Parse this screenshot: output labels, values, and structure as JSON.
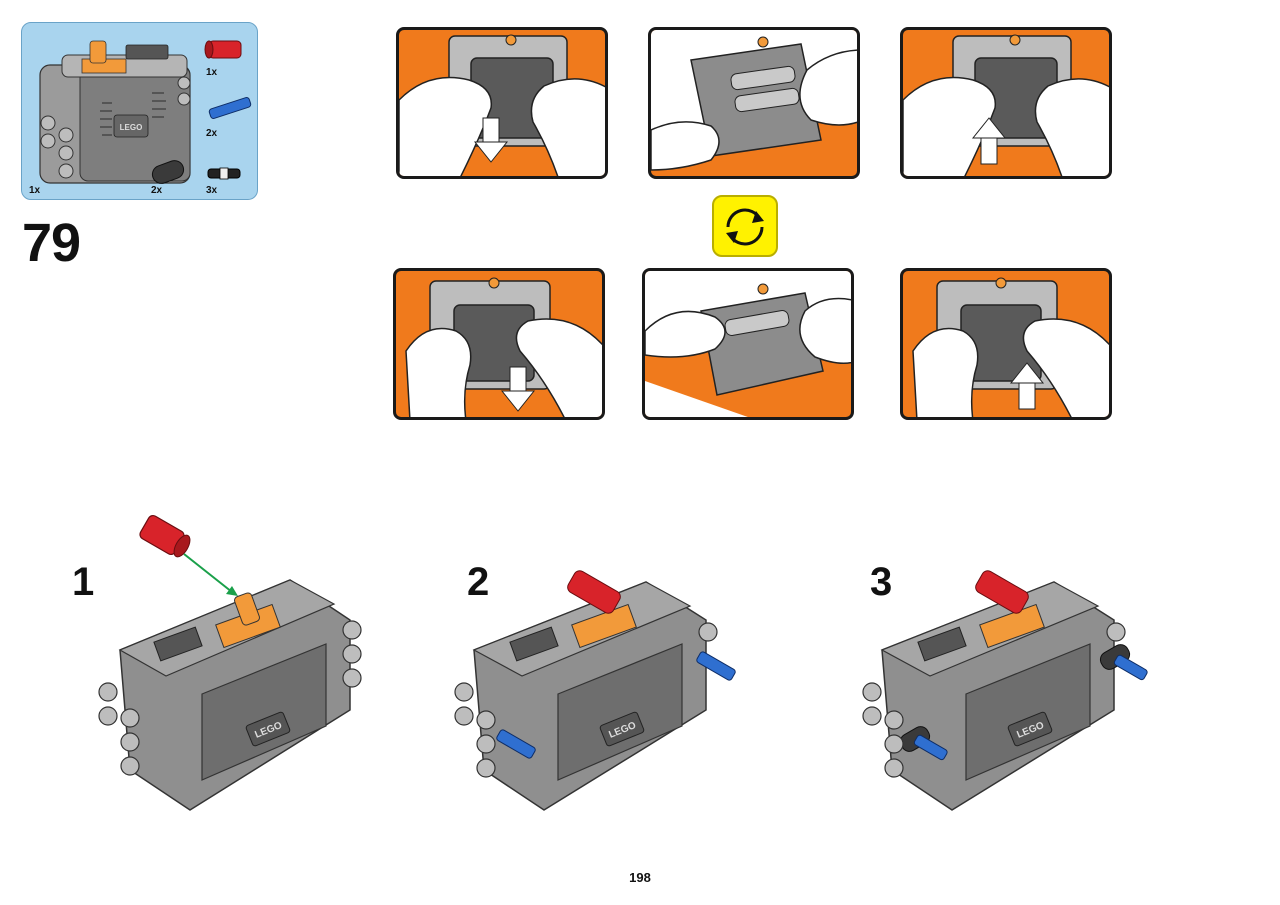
{
  "step": {
    "number": "79"
  },
  "parts_list": {
    "items": [
      {
        "name": "red-pin-connector",
        "qty": "1x",
        "color": "#d8232a"
      },
      {
        "name": "blue-axle-pin",
        "qty": "2x",
        "color": "#2f6fd0"
      },
      {
        "name": "dark-gray-connector",
        "qty": "2x",
        "color": "#3a3a3a"
      },
      {
        "name": "black-white-pin",
        "qty": "3x",
        "color": "#222222"
      },
      {
        "name": "battery-box",
        "qty": "1x",
        "color": "#9a9a9a"
      }
    ]
  },
  "substeps": [
    {
      "label": "1"
    },
    {
      "label": "2"
    },
    {
      "label": "3"
    }
  ],
  "battery_panels": [
    {
      "name": "slide-cover-down-top",
      "arrow": "down"
    },
    {
      "name": "insert-batteries-top",
      "arrow": "none"
    },
    {
      "name": "slide-cover-up-top",
      "arrow": "up"
    },
    {
      "name": "slide-cover-down-bottom",
      "arrow": "down"
    },
    {
      "name": "insert-batteries-bottom",
      "arrow": "none"
    },
    {
      "name": "slide-cover-up-bottom",
      "arrow": "up"
    }
  ],
  "colors": {
    "panel_orange": "#f07a1c",
    "parts_bg": "#a9d4ee",
    "rotate_yellow": "#fff200",
    "arrow_green": "#1aa04a"
  },
  "page": {
    "number": "198"
  }
}
